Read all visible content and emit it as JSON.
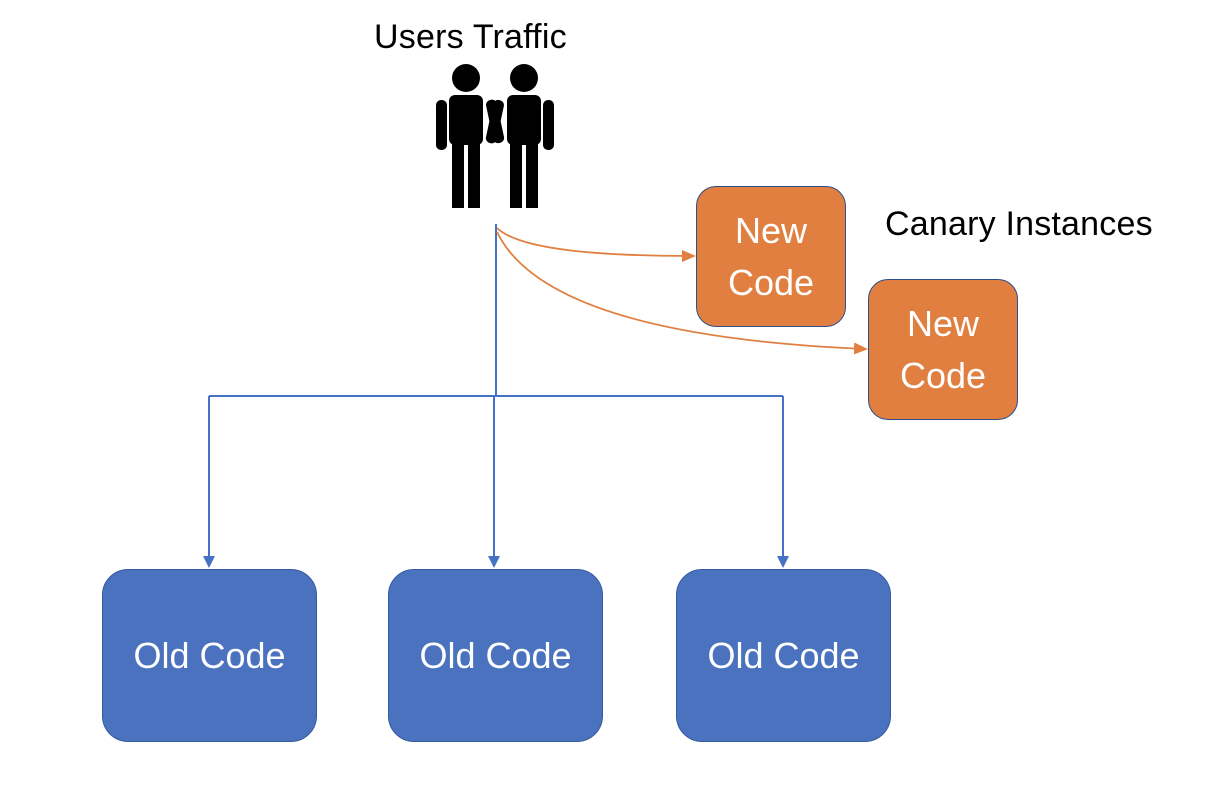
{
  "colors": {
    "old_fill": "#4a72bf",
    "old_stroke": "#355a9c",
    "new_fill": "#e07f40",
    "new_stroke": "#2e4f8c",
    "blue_line": "#4472c4",
    "orange_line": "#e07f40",
    "people": "#000000"
  },
  "users": {
    "title": "Users Traffic",
    "icon": "users-people-icon"
  },
  "canary": {
    "title": "Canary Instances",
    "instances": [
      {
        "line1": "New",
        "line2": "Code"
      },
      {
        "line1": "New",
        "line2": "Code"
      }
    ]
  },
  "old_instances": [
    {
      "label": "Old Code"
    },
    {
      "label": "Old Code"
    },
    {
      "label": "Old Code"
    }
  ]
}
